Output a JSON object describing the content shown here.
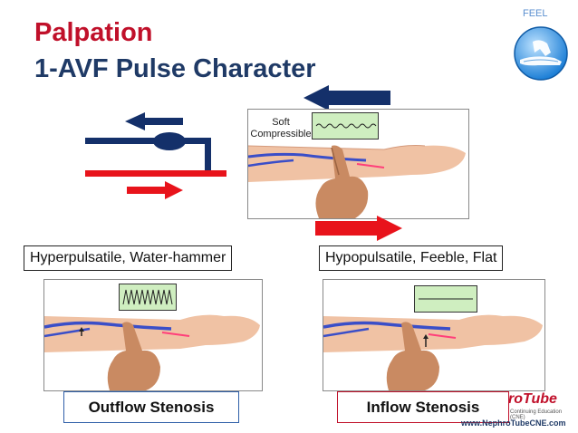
{
  "slide": {
    "title_line1": "Palpation",
    "title_line2": "1-AVF Pulse Character",
    "corner_label": "FEEL",
    "corner_icon": "hand-palpating-forearm-icon"
  },
  "center_panel": {
    "trace_label_line1": "Soft",
    "trace_label_line2": "Compressible"
  },
  "left_panel": {
    "header": "Hyperpulsatile, Water-hammer",
    "caption": "Outflow Stenosis"
  },
  "right_panel": {
    "header": "Hypopulsatile, Feeble, Flat",
    "caption": "Inflow Stenosis"
  },
  "watermark": {
    "brand_fragment": "roTube",
    "tagline": "Continuing Education (CNE)",
    "url": "www.NephroTubeCNE.com"
  },
  "colors": {
    "title_red": "#c0102a",
    "title_navy": "#1f3a66",
    "arrow_blue": "#14306a",
    "arrow_red": "#e8131b",
    "trace_bg": "#cfeec0"
  }
}
